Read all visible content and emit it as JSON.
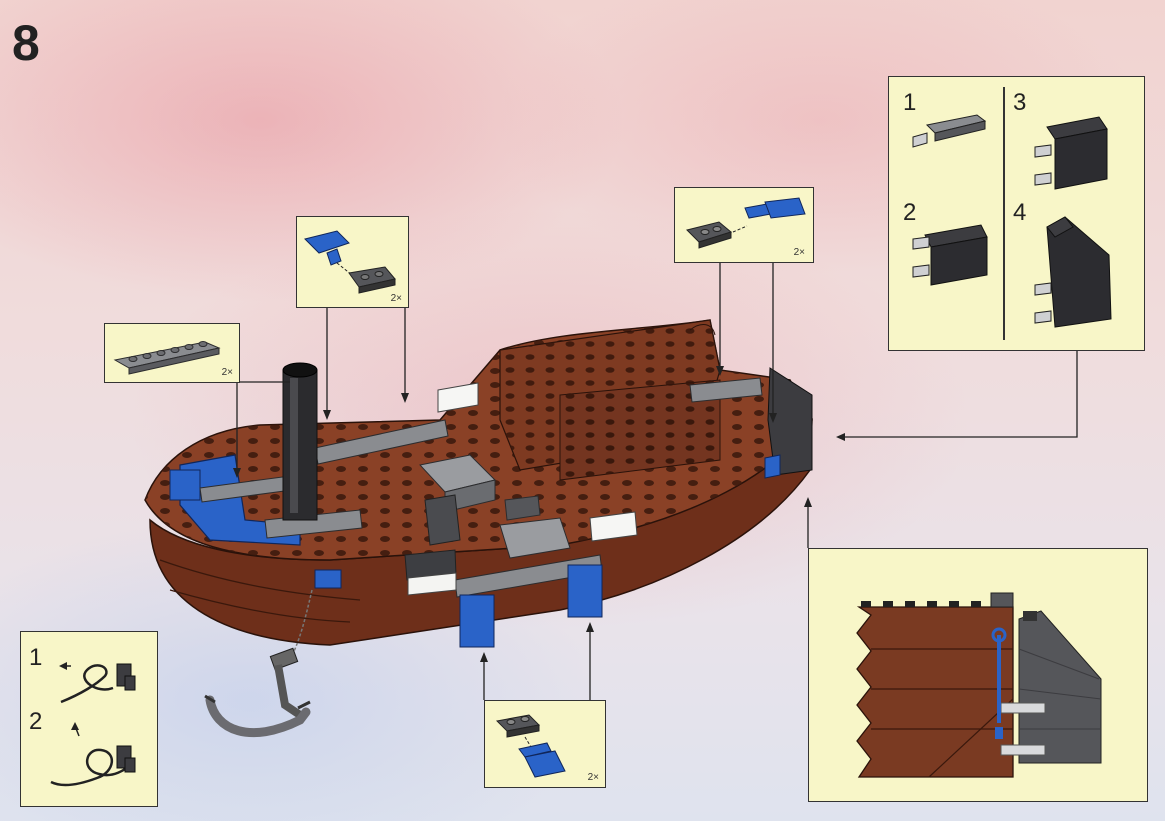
{
  "page": {
    "step_number": "8"
  },
  "callouts": {
    "long_plate": {
      "quantity": "2×"
    },
    "clip_plate_left": {
      "quantity": "2×"
    },
    "clip_plate_right": {
      "quantity": "2×"
    },
    "clip_plate_bottom": {
      "quantity": "2×"
    }
  },
  "substeps_right": {
    "steps": [
      "1",
      "2",
      "3",
      "4"
    ]
  },
  "rope_steps": {
    "steps": [
      "1",
      "2"
    ]
  },
  "colors": {
    "hull_brown": "#7a3a22",
    "plate_gray": "#8a8c90",
    "dark_gray": "#3c3c40",
    "lego_blue": "#2a63c8",
    "callout_yellow": "#f8f6c8"
  }
}
